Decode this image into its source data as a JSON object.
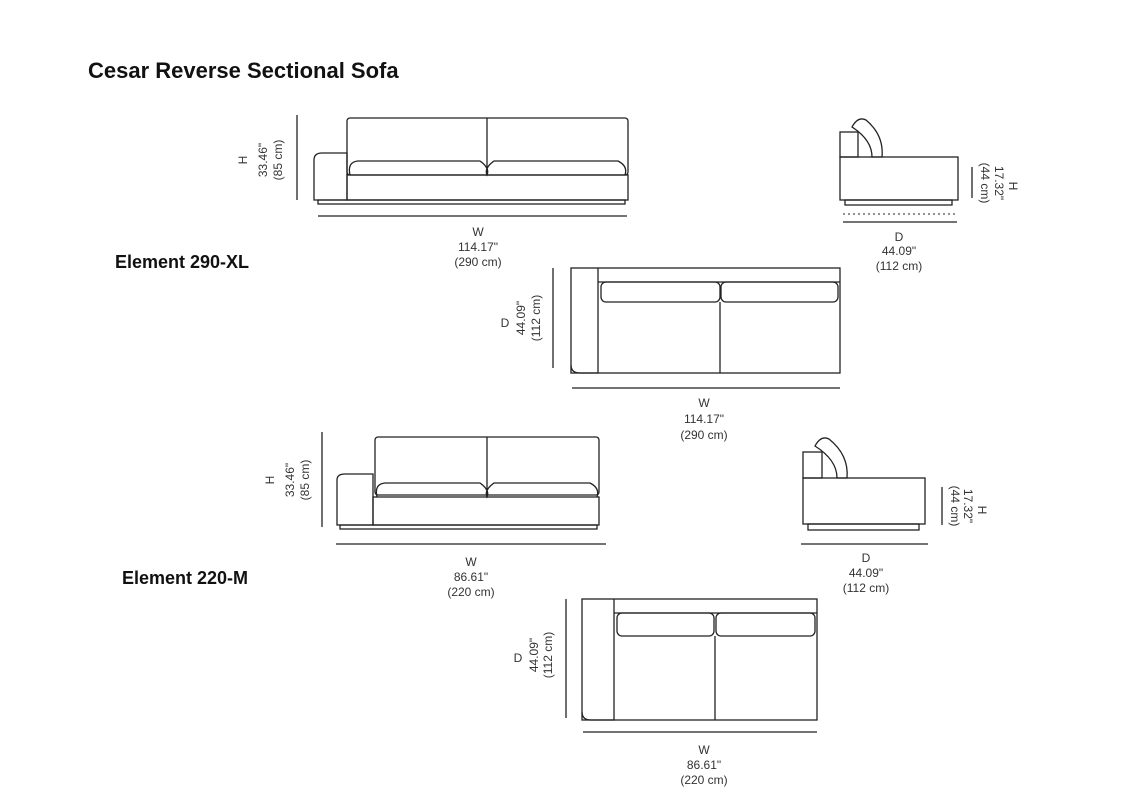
{
  "title": "Cesar Reverse Sectional Sofa",
  "elements": [
    {
      "name": "Element 290-XL",
      "front": {
        "h_label": "H",
        "h_in": "33.46\"",
        "h_cm": "(85 cm)",
        "w_label": "W",
        "w_in": "114.17\"",
        "w_cm": "(290 cm)"
      },
      "side": {
        "d_label": "D",
        "d_in": "44.09\"",
        "d_cm": "(112 cm)",
        "h_label": "H",
        "h_in": "17.32\"",
        "h_cm": "(44 cm)"
      },
      "top": {
        "d_label": "D",
        "d_in": "44.09\"",
        "d_cm": "(112 cm)",
        "w_label": "W",
        "w_in": "114.17\"",
        "w_cm": "(290 cm)"
      }
    },
    {
      "name": "Element 220-M",
      "front": {
        "h_label": "H",
        "h_in": "33.46\"",
        "h_cm": "(85 cm)",
        "w_label": "W",
        "w_in": "86.61\"",
        "w_cm": "(220 cm)"
      },
      "side": {
        "d_label": "D",
        "d_in": "44.09\"",
        "d_cm": "(112 cm)",
        "h_label": "H",
        "h_in": "17.32\"",
        "h_cm": "(44 cm)"
      },
      "top": {
        "d_label": "D",
        "d_in": "44.09\"",
        "d_cm": "(112 cm)",
        "w_label": "W",
        "w_in": "86.61\"",
        "w_cm": "(220 cm)"
      }
    }
  ]
}
